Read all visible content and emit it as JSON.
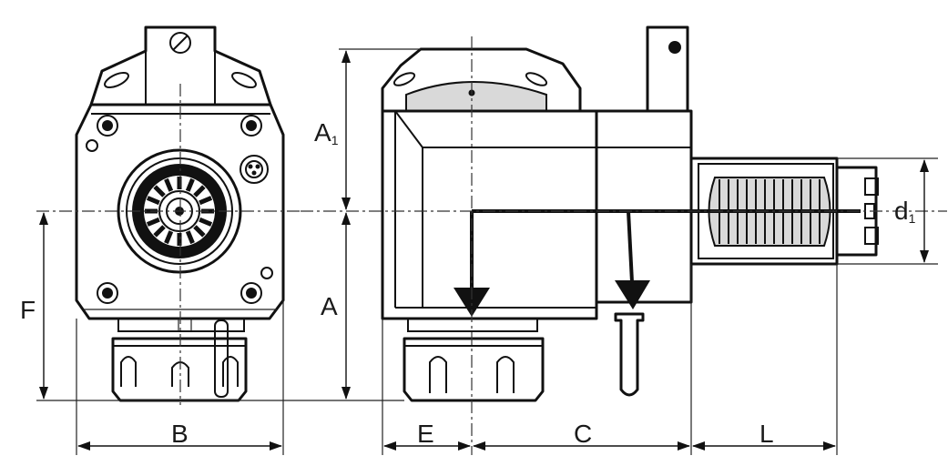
{
  "labels": {
    "A1_main": "A",
    "A1_sub": "1",
    "A": "A",
    "F": "F",
    "B": "B",
    "E": "E",
    "C": "C",
    "L": "L",
    "d1_main": "d",
    "d1_sub": "1"
  },
  "colors": {
    "line": "#111111",
    "shade": "#d9d9d9",
    "background": "#ffffff"
  }
}
